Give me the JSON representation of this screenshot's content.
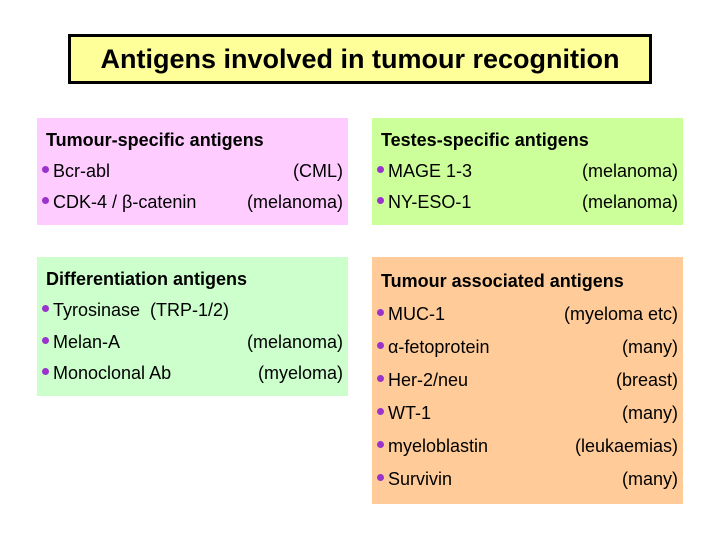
{
  "title": {
    "text": "Antigens involved in tumour recognition"
  },
  "colors": {
    "slide_background": "#FFFFFF",
    "title_background": "#FFFF99",
    "title_border": "#000000",
    "text": "#000000",
    "bullet": "#9933CC",
    "box_tumour_specific": "#FFCCFF",
    "box_testes_specific": "#CCFF99",
    "box_differentiation": "#CCFFCC",
    "box_tumour_associated": "#FFCC99"
  },
  "boxes": [
    {
      "header": "Tumour-specific antigens",
      "items": [
        {
          "name": "Bcr-abl",
          "site": "(CML)"
        },
        {
          "name": "CDK-4 / β-catenin",
          "site": "(melanoma)"
        }
      ]
    },
    {
      "header": "Testes-specific antigens",
      "items": [
        {
          "name": "MAGE 1-3",
          "site": "(melanoma)"
        },
        {
          "name": "NY-ESO-1",
          "site": "(melanoma)"
        }
      ]
    },
    {
      "header": "Differentiation antigens",
      "items": [
        {
          "name": "Tyrosinase  (TRP-1/2)",
          "site": ""
        },
        {
          "name": "Melan-A",
          "site": "(melanoma)"
        },
        {
          "name": "Monoclonal Ab",
          "site": "(myeloma)"
        }
      ]
    },
    {
      "header": "Tumour associated antigens",
      "items": [
        {
          "name": "MUC-1",
          "site": "(myeloma etc)"
        },
        {
          "name": "α-fetoprotein",
          "site": "(many)"
        },
        {
          "name": "Her-2/neu",
          "site": "(breast)"
        },
        {
          "name": "WT-1",
          "site": "(many)"
        },
        {
          "name": "myeloblastin",
          "site": "(leukaemias)"
        },
        {
          "name": "Survivin",
          "site": "(many)"
        }
      ]
    }
  ]
}
